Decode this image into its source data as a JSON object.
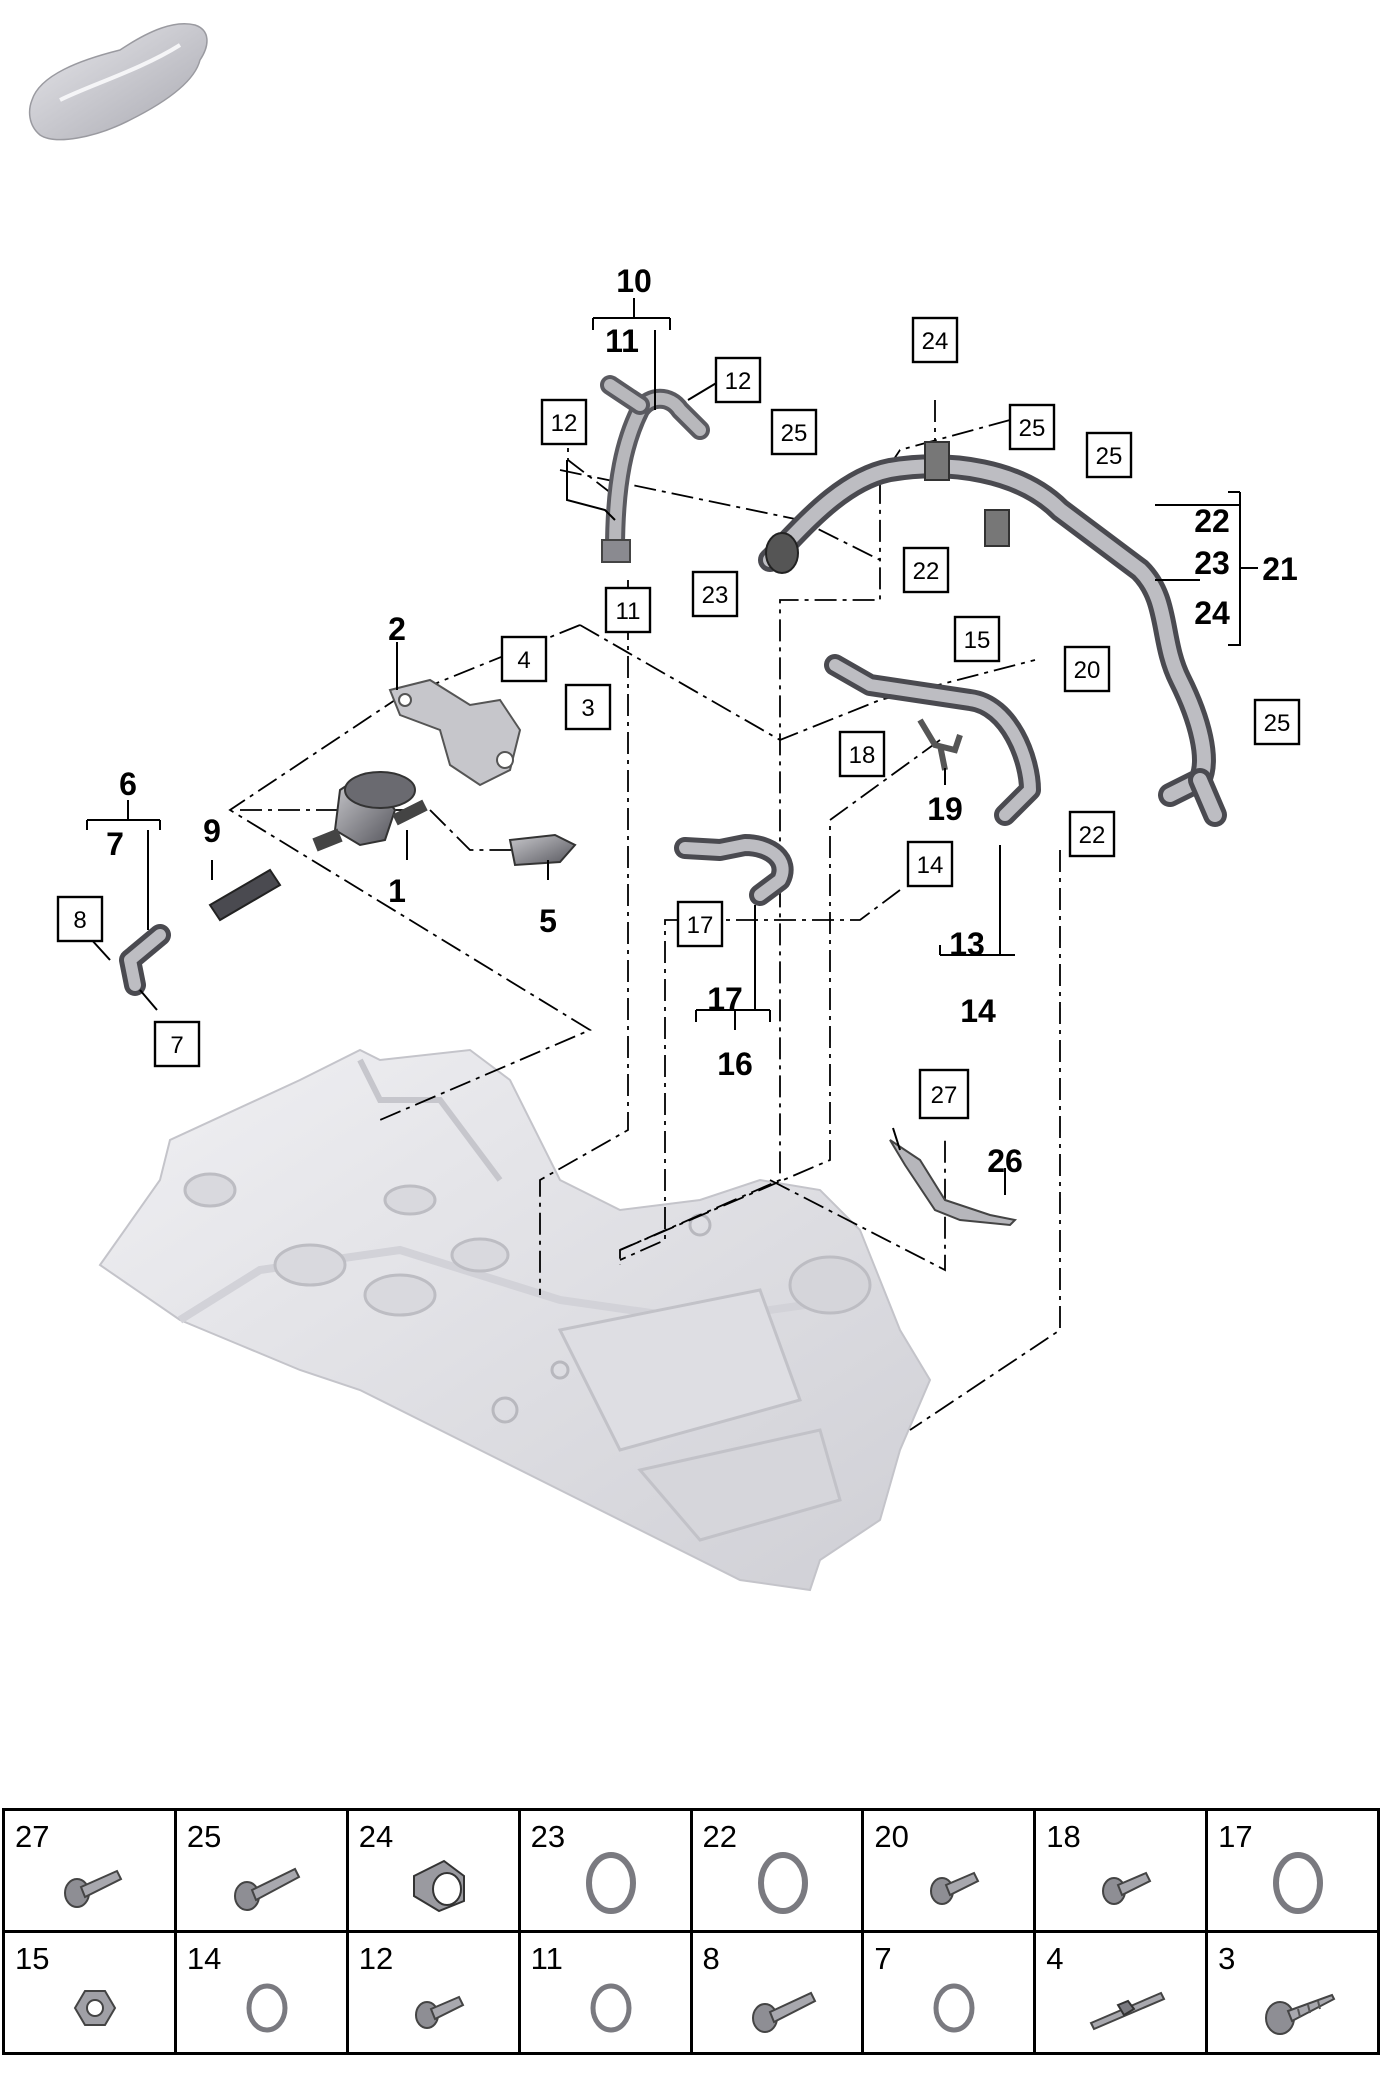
{
  "callouts": {
    "p1": "1",
    "p2": "2",
    "p5": "5",
    "p6": "6",
    "p7": "7",
    "p9": "9",
    "p10": "10",
    "p11": "11",
    "p13": "13",
    "p14": "14",
    "p16": "16",
    "p17": "17",
    "p19": "19",
    "p21": "21",
    "p22": "22",
    "p23": "23",
    "p24": "24",
    "p26": "26"
  },
  "boxed_callouts": {
    "b3": "3",
    "b4": "4",
    "b7": "7",
    "b8": "8",
    "b11": "11",
    "b12a": "12",
    "b12b": "12",
    "b14": "14",
    "b15": "15",
    "b17": "17",
    "b18": "18",
    "b20": "20",
    "b22a": "22",
    "b22b": "22",
    "b23": "23",
    "b24": "24",
    "b25a": "25",
    "b25b": "25",
    "b25c": "25",
    "b25d": "25",
    "b27": "27"
  },
  "parts_table": {
    "row1": [
      {
        "number": "27",
        "icon": "torx-bolt-icon"
      },
      {
        "number": "25",
        "icon": "torx-bolt-icon"
      },
      {
        "number": "24",
        "icon": "clip-icon"
      },
      {
        "number": "23",
        "icon": "o-ring-icon"
      },
      {
        "number": "22",
        "icon": "o-ring-icon"
      },
      {
        "number": "20",
        "icon": "torx-bolt-icon"
      },
      {
        "number": "18",
        "icon": "torx-bolt-icon"
      },
      {
        "number": "17",
        "icon": "o-ring-icon"
      }
    ],
    "row2": [
      {
        "number": "15",
        "icon": "hex-nut-icon"
      },
      {
        "number": "14",
        "icon": "o-ring-icon"
      },
      {
        "number": "12",
        "icon": "torx-bolt-icon"
      },
      {
        "number": "11",
        "icon": "o-ring-icon"
      },
      {
        "number": "8",
        "icon": "torx-bolt-icon"
      },
      {
        "number": "7",
        "icon": "o-ring-icon"
      },
      {
        "number": "4",
        "icon": "stud-bolt-icon"
      },
      {
        "number": "3",
        "icon": "self-tapping-screw-icon"
      }
    ]
  },
  "colors": {
    "pipe": "#8a8a90",
    "pipe_highlight": "#d8d8dc",
    "engine": "#e4e4e8",
    "engine_shadow": "#c6c6cc",
    "line": "#000000"
  }
}
